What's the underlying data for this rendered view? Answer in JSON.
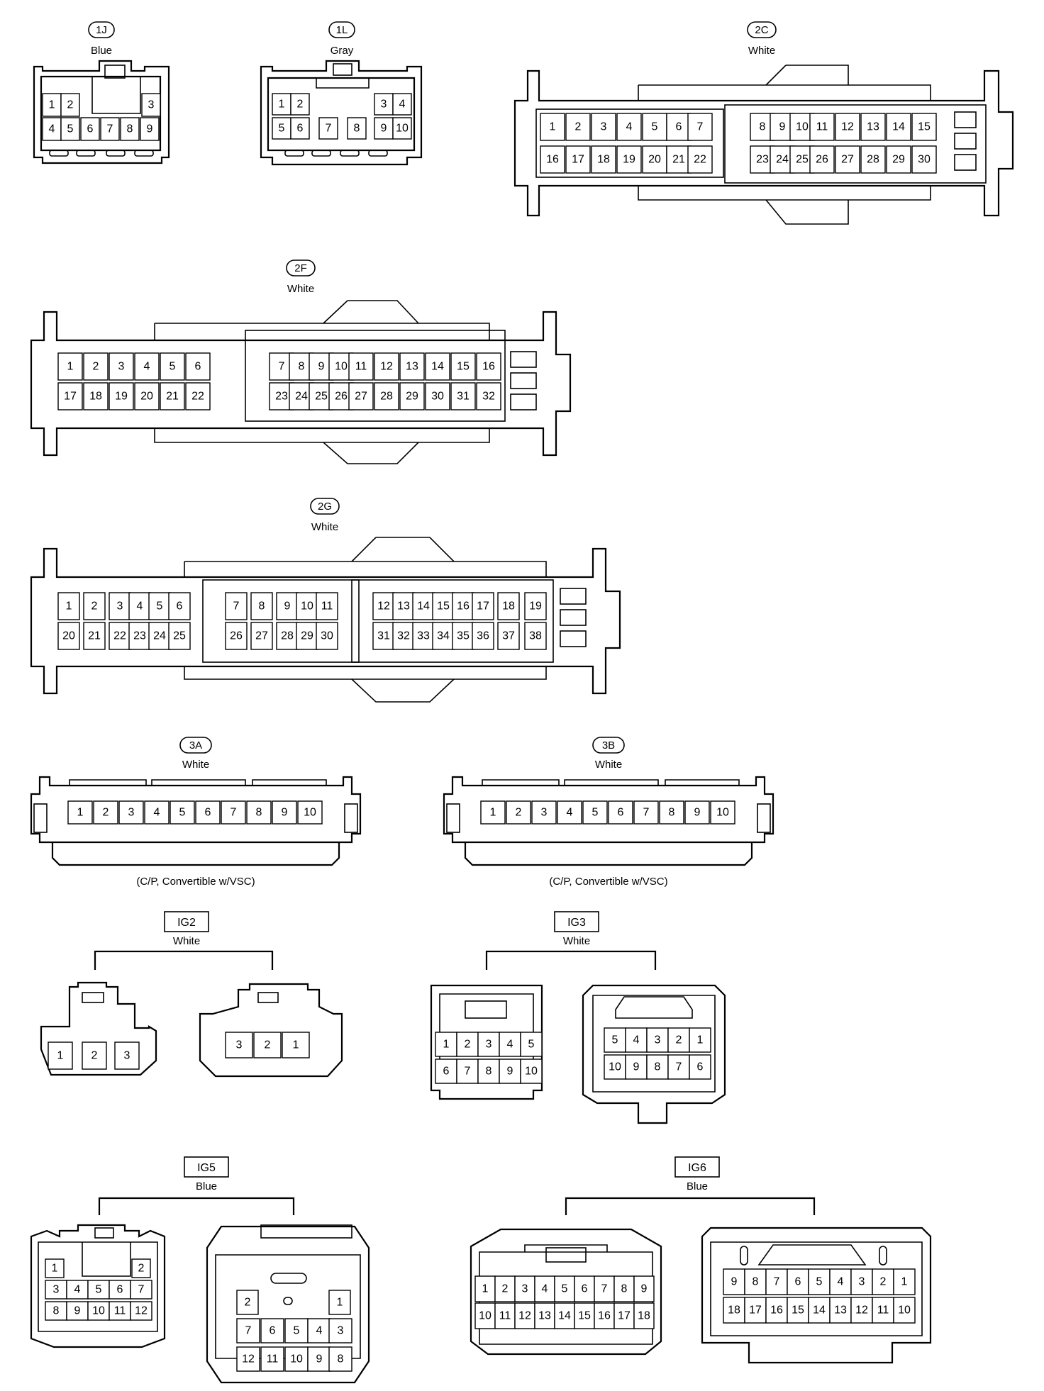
{
  "connectors": [
    {
      "id": "1j",
      "code": "1J",
      "color": "Blue",
      "tag": "pill"
    },
    {
      "id": "1l",
      "code": "1L",
      "color": "Gray",
      "tag": "pill"
    },
    {
      "id": "2c",
      "code": "2C",
      "color": "White",
      "tag": "pill"
    },
    {
      "id": "2f",
      "code": "2F",
      "color": "White",
      "tag": "pill"
    },
    {
      "id": "2g",
      "code": "2G",
      "color": "White",
      "tag": "pill"
    },
    {
      "id": "3a",
      "code": "3A",
      "color": "White",
      "tag": "pill",
      "note": "(C/P, Convertible w/VSC)"
    },
    {
      "id": "3b",
      "code": "3B",
      "color": "White",
      "tag": "pill",
      "note": "(C/P, Convertible w/VSC)"
    },
    {
      "id": "ig2",
      "code": "IG2",
      "color": "White",
      "tag": "box"
    },
    {
      "id": "ig3",
      "code": "IG3",
      "color": "White",
      "tag": "box"
    },
    {
      "id": "ig5",
      "code": "IG5",
      "color": "Blue",
      "tag": "box"
    },
    {
      "id": "ig6",
      "code": "IG6",
      "color": "Blue",
      "tag": "box"
    }
  ],
  "pins": {
    "1j": [
      [
        "1",
        "2",
        "",
        "3"
      ],
      [
        "4",
        "5",
        "6",
        "7",
        "8",
        "9"
      ]
    ],
    "1l": [
      [
        "1",
        "2",
        "3",
        "4"
      ],
      [
        "5",
        "6",
        "7",
        "8",
        "9",
        "10"
      ]
    ],
    "2c": [
      [
        "1",
        "2",
        "3",
        "4",
        "5",
        "6",
        "7",
        "8",
        "9",
        "10",
        "11",
        "12",
        "13",
        "14",
        "15"
      ],
      [
        "16",
        "17",
        "18",
        "19",
        "20",
        "21",
        "22",
        "23",
        "24",
        "25",
        "26",
        "27",
        "28",
        "29",
        "30"
      ]
    ],
    "2f": [
      [
        "1",
        "2",
        "3",
        "4",
        "5",
        "6",
        "7",
        "8",
        "9",
        "10",
        "11",
        "12",
        "13",
        "14",
        "15",
        "16"
      ],
      [
        "17",
        "18",
        "19",
        "20",
        "21",
        "22",
        "23",
        "24",
        "25",
        "26",
        "27",
        "28",
        "29",
        "30",
        "31",
        "32"
      ]
    ],
    "2g": [
      [
        "1",
        "2",
        "3",
        "4",
        "5",
        "6",
        "7",
        "8",
        "9",
        "10",
        "11",
        "12",
        "13",
        "14",
        "15",
        "16",
        "17",
        "18",
        "19"
      ],
      [
        "20",
        "21",
        "22",
        "23",
        "24",
        "25",
        "26",
        "27",
        "28",
        "29",
        "30",
        "31",
        "32",
        "33",
        "34",
        "35",
        "36",
        "37",
        "38"
      ]
    ],
    "3a": [
      [
        "1",
        "2",
        "3",
        "4",
        "5",
        "6",
        "7",
        "8",
        "9",
        "10"
      ]
    ],
    "3b": [
      [
        "1",
        "2",
        "3",
        "4",
        "5",
        "6",
        "7",
        "8",
        "9",
        "10"
      ]
    ],
    "ig2_left": [
      [
        "1",
        "2",
        "3"
      ]
    ],
    "ig2_right": [
      [
        "3",
        "2",
        "1"
      ]
    ],
    "ig3_left": [
      [
        "1",
        "2",
        "3",
        "4",
        "5"
      ],
      [
        "6",
        "7",
        "8",
        "9",
        "10"
      ]
    ],
    "ig3_right": [
      [
        "5",
        "4",
        "3",
        "2",
        "1"
      ],
      [
        "10",
        "9",
        "8",
        "7",
        "6"
      ]
    ],
    "ig5_left": [
      [
        "1",
        "2"
      ],
      [
        "3",
        "4",
        "5",
        "6",
        "7"
      ],
      [
        "8",
        "9",
        "10",
        "11",
        "12"
      ]
    ],
    "ig5_right": [
      [
        "2",
        "1"
      ],
      [
        "7",
        "6",
        "5",
        "4",
        "3"
      ],
      [
        "12",
        "11",
        "10",
        "9",
        "8"
      ]
    ],
    "ig6_left": [
      [
        "1",
        "2",
        "3",
        "4",
        "5",
        "6",
        "7",
        "8",
        "9"
      ],
      [
        "10",
        "11",
        "12",
        "13",
        "14",
        "15",
        "16",
        "17",
        "18"
      ]
    ],
    "ig6_right": [
      [
        "9",
        "8",
        "7",
        "6",
        "5",
        "4",
        "3",
        "2",
        "1"
      ],
      [
        "18",
        "17",
        "16",
        "15",
        "14",
        "13",
        "12",
        "11",
        "10"
      ]
    ]
  }
}
